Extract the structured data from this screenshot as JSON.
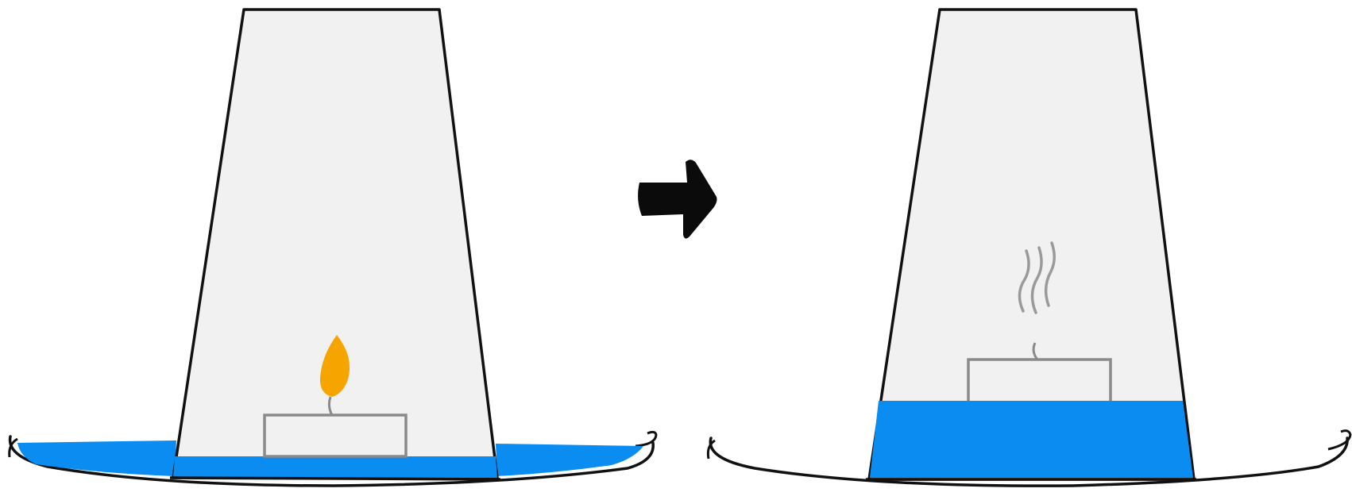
{
  "colors": {
    "background": "#ffffff",
    "glass_fill": "#f1f1f1",
    "outline": "#111111",
    "water": "#0a8cf0",
    "candle": "#8a8a8a",
    "flame": "#f5a400",
    "smoke": "#9a9a9a",
    "arrow": "#0b0b0b"
  },
  "panels": [
    {
      "state": "before",
      "candle_lit": true,
      "water_inside_jar": "low"
    },
    {
      "state": "after",
      "candle_lit": false,
      "water_inside_jar": "high"
    }
  ],
  "transition_icon": "right-arrow-icon"
}
